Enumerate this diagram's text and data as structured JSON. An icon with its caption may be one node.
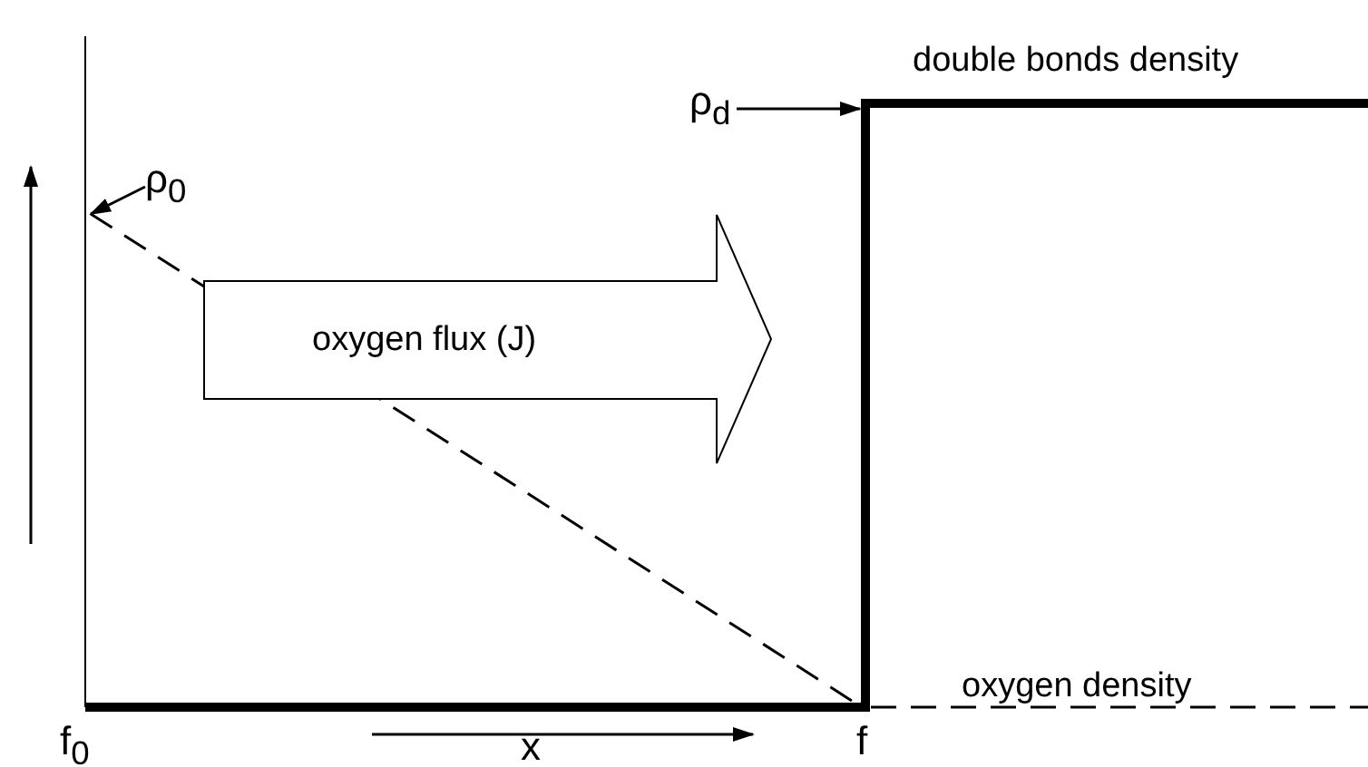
{
  "diagram": {
    "nodes": [
      {
        "text": [
          "ρ$_{0}$"
        ]
      },
      {
        "text": [
          "ρ$_{d}$"
        ]
      },
      {
        "text": [
          "oxygen flux (J)"
        ]
      }
    ],
    "edges": [
      {
        "from": 0,
        "to": null,
        "arrow": "to"
      },
      {
        "from": 1,
        "to": null,
        "arrow": "to"
      }
    ],
    "labels": [
      "double bonds density",
      "oxygen density",
      "f$_{0}$",
      "f",
      "x"
    ]
  }
}
